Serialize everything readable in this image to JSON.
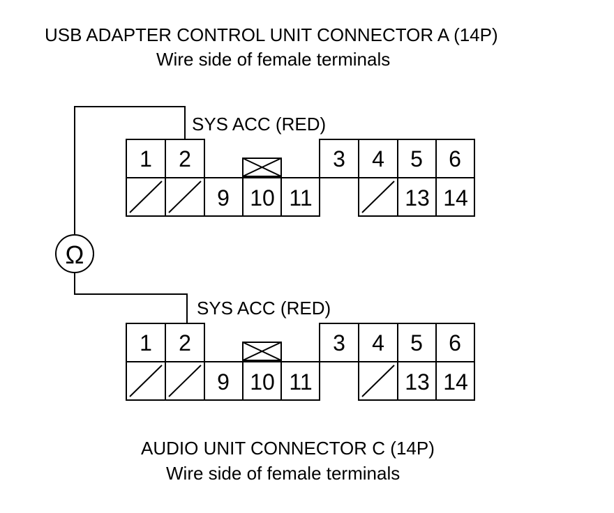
{
  "connector_a": {
    "title": "USB ADAPTER CONTROL UNIT CONNECTOR A (14P)",
    "subtitle": "Wire side of female terminals",
    "wire_label": "SYS ACC (RED)",
    "pins": {
      "p1": "1",
      "p2": "2",
      "p3": "3",
      "p4": "4",
      "p5": "5",
      "p6": "6",
      "p9": "9",
      "p10": "10",
      "p11": "11",
      "p13": "13",
      "p14": "14"
    }
  },
  "connector_c": {
    "title": "AUDIO UNIT CONNECTOR C (14P)",
    "subtitle": "Wire side of female terminals",
    "wire_label": "SYS ACC (RED)",
    "pins": {
      "p1": "1",
      "p2": "2",
      "p3": "3",
      "p4": "4",
      "p5": "5",
      "p6": "6",
      "p9": "9",
      "p10": "10",
      "p11": "11",
      "p13": "13",
      "p14": "14"
    }
  },
  "meter": {
    "symbol": "Ω",
    "icon": "ohmmeter-icon"
  },
  "colors": {
    "line": "#000000",
    "background": "#ffffff"
  }
}
